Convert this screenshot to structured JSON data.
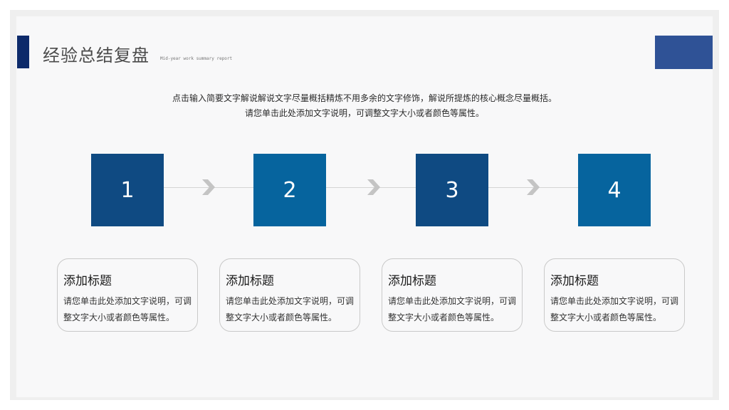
{
  "header": {
    "title": "经验总结复盘",
    "subtitle": "Mid-year work summary report"
  },
  "intro": {
    "line1": "点击输入简要文字解说解说文字尽量概括精炼不用多余的文字修饰，解说所提炼的核心概念尽量概括。",
    "line2": "请您单击此处添加文字说明，可调整文字大小或者颜色等属性。"
  },
  "colors": {
    "title_bar": "#0d2a6a",
    "corner_block": "#2f5296",
    "step_dark": "#0f4a82",
    "step_light": "#06649e",
    "chevron": "#c4c4c4",
    "connector": "#d4d4d4"
  },
  "steps": [
    {
      "number": "1",
      "icon": "chevron-right-icon"
    },
    {
      "number": "2",
      "icon": "chevron-right-icon"
    },
    {
      "number": "3",
      "icon": "chevron-right-icon"
    },
    {
      "number": "4"
    }
  ],
  "cards": [
    {
      "title": "添加标题",
      "desc": "请您单击此处添加文字说明，可调整文字大小或者颜色等属性。"
    },
    {
      "title": "添加标题",
      "desc": "请您单击此处添加文字说明，可调整文字大小或者颜色等属性。"
    },
    {
      "title": "添加标题",
      "desc": "请您单击此处添加文字说明，可调整文字大小或者颜色等属性。"
    },
    {
      "title": "添加标题",
      "desc": "请您单击此处添加文字说明，可调整文字大小或者颜色等属性。"
    }
  ]
}
